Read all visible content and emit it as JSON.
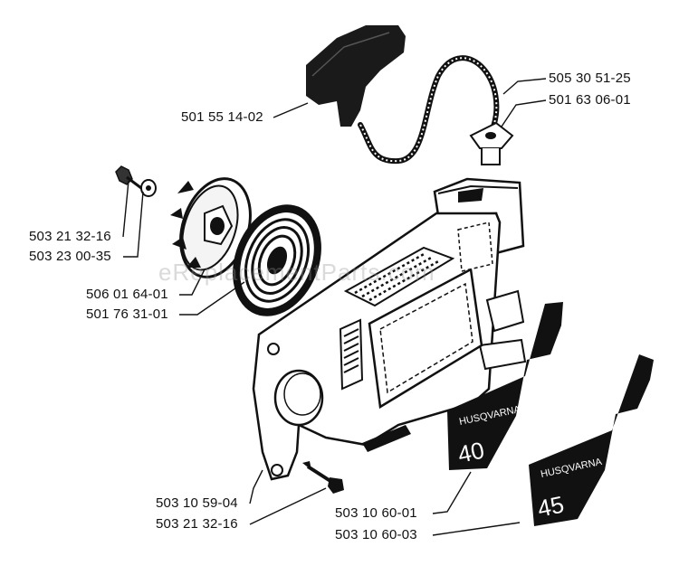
{
  "watermark": "eReplacementParts.com",
  "decal_40": {
    "small_text": "HUSQVARNA",
    "number": "40"
  },
  "decal_45": {
    "small_text": "HUSQVARNA",
    "number": "45"
  },
  "parts": [
    {
      "id": "p1",
      "number": "501 55 14-02"
    },
    {
      "id": "p2",
      "number": "505 30 51-25"
    },
    {
      "id": "p3",
      "number": "501 63 06-01"
    },
    {
      "id": "p4",
      "number": "503 21 32-16"
    },
    {
      "id": "p5",
      "number": "503 23 00-35"
    },
    {
      "id": "p6",
      "number": "506 01 64-01"
    },
    {
      "id": "p7",
      "number": "501 76 31-01"
    },
    {
      "id": "p8",
      "number": "503 10 59-04"
    },
    {
      "id": "p9",
      "number": "503 21 32-16"
    },
    {
      "id": "p10",
      "number": "503 10 60-01"
    },
    {
      "id": "p11",
      "number": "503 10 60-03"
    }
  ]
}
